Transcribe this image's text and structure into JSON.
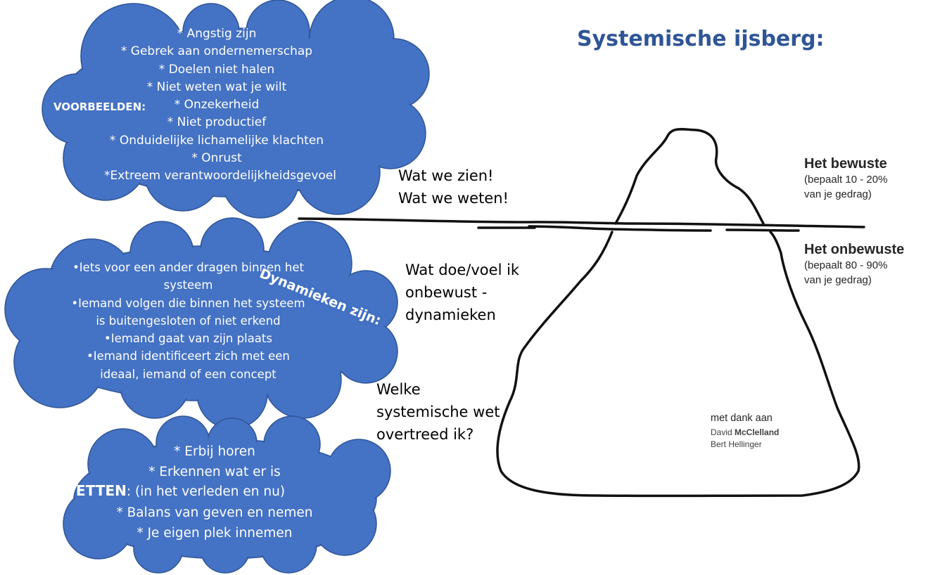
{
  "title": "Systemische ijsberg:",
  "colors": {
    "cloud": "#4472c4",
    "title": "#2f5597",
    "text": "#000000"
  },
  "cloud_voorbeelden": {
    "label": "VOORBEELDEN:",
    "items": [
      "* Angstig zijn",
      "* Gebrek aan ondernemerschap",
      "* Doelen niet halen",
      "* Niet weten wat je wilt",
      "* Onzekerheid",
      "* Niet productief",
      "* Onduidelijke lichamelijke klachten",
      "* Onrust",
      "*Extreem verantwoordelijkheidsgevoel"
    ]
  },
  "cloud_dynamieken": {
    "label": "Dynamieken zijn:",
    "items": [
      "•Iets voor een ander dragen binnen het",
      "systeem",
      "•Iemand volgen die binnen het systeem",
      "is buitengesloten of niet erkend",
      "•Iemand gaat van zijn plaats",
      "•Iemand identificeert zich met een",
      "ideaal, iemand of een concept"
    ]
  },
  "cloud_wetten": {
    "label": "WETTEN",
    "label_suffix": ": (in het verleden en nu)",
    "items": [
      "* Erbij horen",
      "* Erkennen wat er is",
      "* Balans van geven en nemen",
      "* Je eigen plek innemen"
    ]
  },
  "middle": {
    "zien_1": "Wat we zien!",
    "zien_2": "Wat we weten!",
    "doe_1": "Wat doe/voel ik",
    "doe_2": "onbewust -",
    "doe_3": "dynamieken",
    "wet_1": "Welke",
    "wet_2": "systemische wet",
    "wet_3": "overtreed ik?"
  },
  "iceberg": {
    "bewuste_title": "Het bewuste",
    "bewuste_line1": "(bepaalt 10 - 20%",
    "bewuste_line2": "van je gedrag)",
    "onbewuste_title": "Het onbewuste",
    "onbewuste_line1": "(bepaalt 80 - 90%",
    "onbewuste_line2": "van je gedrag)",
    "credit_title": "met dank aan",
    "credit_name1_first": "David ",
    "credit_name1_last": "McClelland",
    "credit_name2": "Bert Hellinger"
  }
}
